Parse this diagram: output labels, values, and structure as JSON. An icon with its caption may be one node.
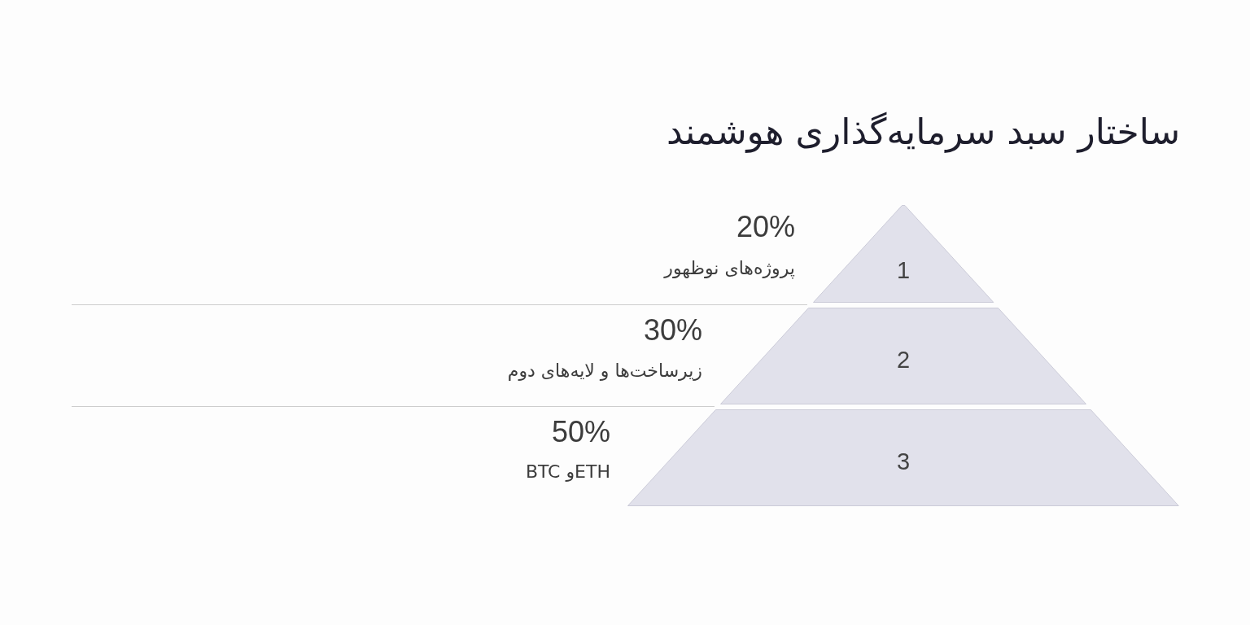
{
  "diagram": {
    "title": "ساختار سبد سرمایه‌گذاری هوشمند",
    "nodes": [
      {
        "text": [
          "1"
        ],
        "beside": [
          "20%",
          "پروژه‌های نوظهور"
        ]
      },
      {
        "text": [
          "2"
        ],
        "beside": [
          "30%",
          "زیرساخت‌ها و لایه‌های دوم"
        ]
      },
      {
        "text": [
          "3"
        ],
        "beside": [
          "50%",
          "ETHو BTC"
        ]
      }
    ]
  }
}
